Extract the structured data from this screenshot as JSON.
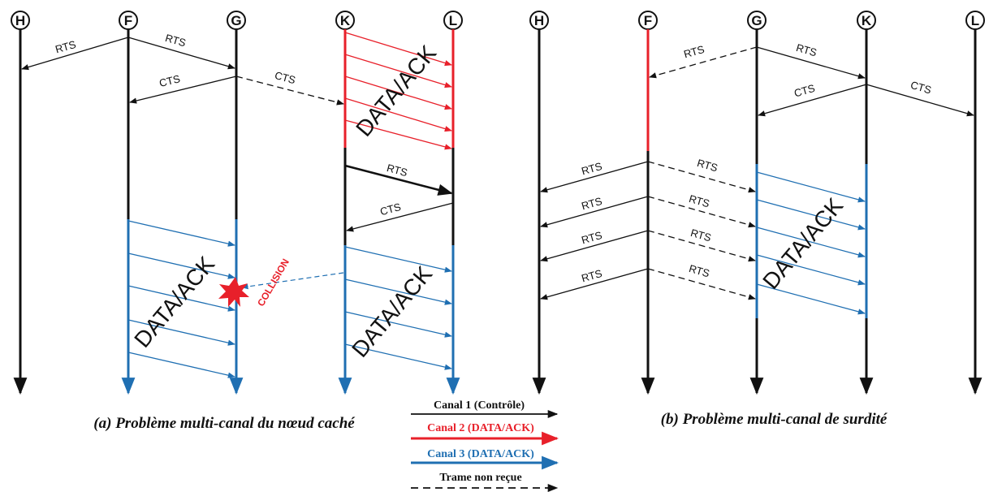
{
  "panel_a": {
    "caption": "(a) Problème multi-canal du nœud caché",
    "nodes": [
      "H",
      "F",
      "G",
      "K",
      "L"
    ],
    "messages": [
      "RTS",
      "RTS",
      "CTS",
      "CTS",
      "RTS",
      "CTS"
    ],
    "data_labels": [
      "DATA/ACK",
      "DATA/ACK",
      "DATA/ACK"
    ],
    "collision_label": "COLLISION"
  },
  "panel_b": {
    "caption": "(b) Problème multi-canal de surdité",
    "nodes": [
      "H",
      "F",
      "G",
      "K",
      "L"
    ],
    "messages": [
      "RTS",
      "RTS",
      "CTS",
      "CTS",
      "RTS",
      "RTS",
      "RTS",
      "RTS",
      "RTS",
      "RTS",
      "RTS",
      "RTS"
    ],
    "data_label": "DATA/ACK"
  },
  "legend": [
    {
      "label": "Canal 1 (Contrôle)",
      "color": "#111111",
      "dashed": false
    },
    {
      "label": "Canal 2 (DATA/ACK)",
      "color": "#e8202a",
      "dashed": false
    },
    {
      "label": "Canal 3 (DATA/ACK)",
      "color": "#1f6fb2",
      "dashed": false
    },
    {
      "label": "Trame non reçue",
      "color": "#111111",
      "dashed": true
    }
  ],
  "colors": {
    "black": "#111111",
    "red": "#e8202a",
    "blue": "#1f6fb2"
  }
}
